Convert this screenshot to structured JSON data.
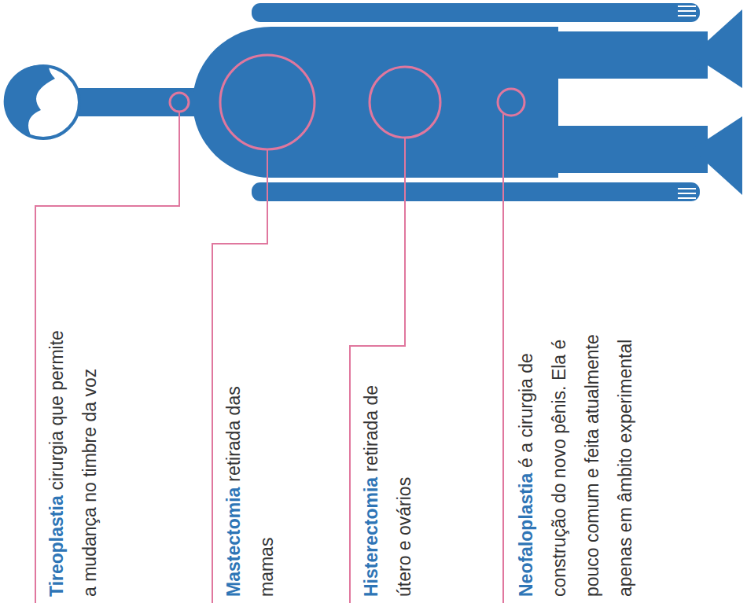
{
  "diagram": {
    "labels": [
      "Tireoplastia",
      "cirurgia que permite a mudança no timbre da voz",
      "Mastectomia",
      "retirada das mamas",
      "Histerectomia",
      "retirada de útero e ovários",
      "Neofaloplastia",
      "é a cirurgia de construção do novo pênis. Ela é pouco comum e feita atualmente apenas em âmbito experimental"
    ]
  }
}
